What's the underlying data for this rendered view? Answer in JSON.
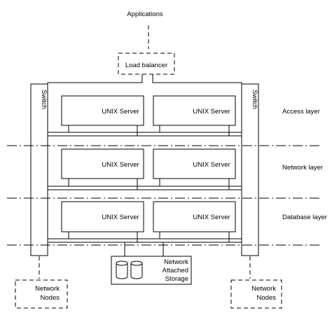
{
  "applications_label": "Applications",
  "load_balancer_label": "Load balancer",
  "switch_label": "Switch",
  "server_label": "UNIX Server",
  "layers": {
    "access": "Access layer",
    "network": "Network layer",
    "database": "Database layer"
  },
  "nas": {
    "line1": "Network",
    "line2": "Attached",
    "line3": "Storage"
  },
  "network_nodes": {
    "line1": "Network",
    "line2": "Nodes"
  }
}
